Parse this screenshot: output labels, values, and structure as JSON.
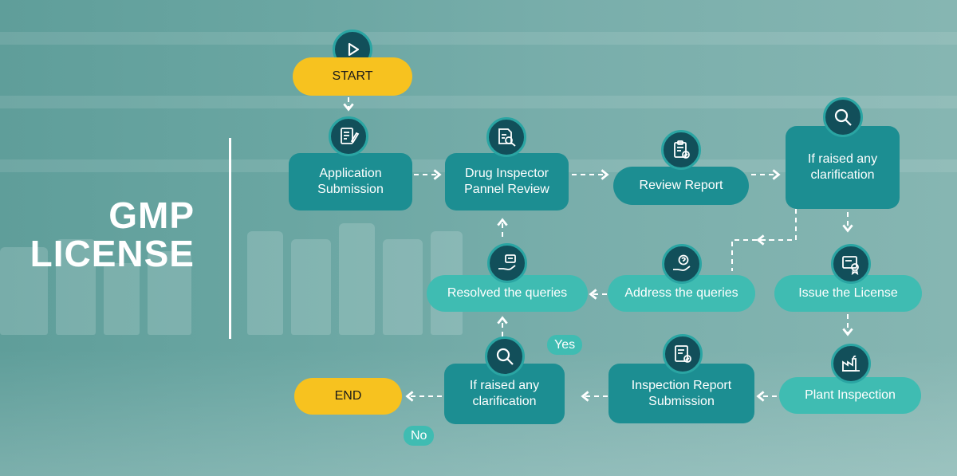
{
  "title": {
    "line1": "GMP",
    "line2": "LICENSE"
  },
  "nodes": {
    "start": "START",
    "application_submission": [
      "Application",
      "Submission"
    ],
    "drug_inspector_review": [
      "Drug Inspector",
      "Pannel Review"
    ],
    "review_report": "Review Report",
    "clarification_top": [
      "If raised any",
      "clarification"
    ],
    "issue_license": "Issue the License",
    "address_queries": "Address the queries",
    "resolved_queries": "Resolved the queries",
    "plant_inspection": "Plant Inspection",
    "inspection_report": [
      "Inspection Report",
      "Submission"
    ],
    "clarification_bottom": [
      "If raised any",
      "clarification"
    ],
    "end": "END"
  },
  "labels": {
    "yes": "Yes",
    "no": "No"
  },
  "icons": {
    "start": "play-icon",
    "application_submission": "form-pen-icon",
    "drug_inspector_review": "document-search-icon",
    "review_report": "clipboard-check-icon",
    "clarification_top": "magnifier-icon",
    "issue_license": "certificate-icon",
    "address_queries": "hand-question-icon",
    "resolved_queries": "hand-chat-icon",
    "plant_inspection": "factory-icon",
    "inspection_report": "checklist-icon",
    "clarification_bottom": "magnifier-icon"
  },
  "colors": {
    "dark_node": "#1c8e92",
    "light_node": "#3fbcb2",
    "terminal": "#f7c21f",
    "icon_bg": "#124f5a",
    "connector": "#ffffff"
  }
}
